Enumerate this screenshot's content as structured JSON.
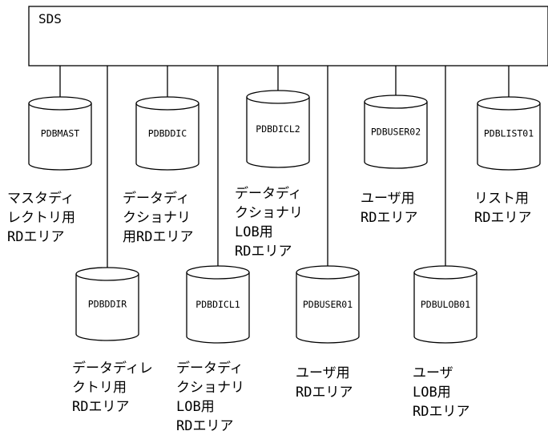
{
  "sds": {
    "label": "SDS"
  },
  "databases": [
    {
      "id": "pdbmast",
      "name": "PDBMAST",
      "caption": [
        "マスタディ",
        "レクトリ用",
        "RDエリア"
      ]
    },
    {
      "id": "pdbddic",
      "name": "PDBDDIC",
      "caption": [
        "データディ",
        "クショナリ",
        "用RDエリア"
      ]
    },
    {
      "id": "pdbdicl2",
      "name": "PDBDICL2",
      "caption": [
        "データディ",
        "クショナリ",
        "LOB用",
        "RDエリア"
      ]
    },
    {
      "id": "pdbuser02",
      "name": "PDBUSER02",
      "caption": [
        "ユーザ用",
        "RDエリア"
      ]
    },
    {
      "id": "pdblist01",
      "name": "PDBLIST01",
      "caption": [
        "リスト用",
        "RDエリア"
      ]
    },
    {
      "id": "pdbddir",
      "name": "PDBDDIR",
      "caption": [
        "データディレ",
        "クトリ用",
        "RDエリア"
      ]
    },
    {
      "id": "pdbdicl1",
      "name": "PDBDICL1",
      "caption": [
        "データディ",
        "クショナリ",
        "LOB用",
        "RDエリア"
      ]
    },
    {
      "id": "pdbuser01",
      "name": "PDBUSER01",
      "caption": [
        "ユーザ用",
        "RDエリア"
      ]
    },
    {
      "id": "pdbulob01",
      "name": "PDBULOB01",
      "caption": [
        "ユーザ",
        "LOB用",
        "RDエリア"
      ]
    }
  ]
}
